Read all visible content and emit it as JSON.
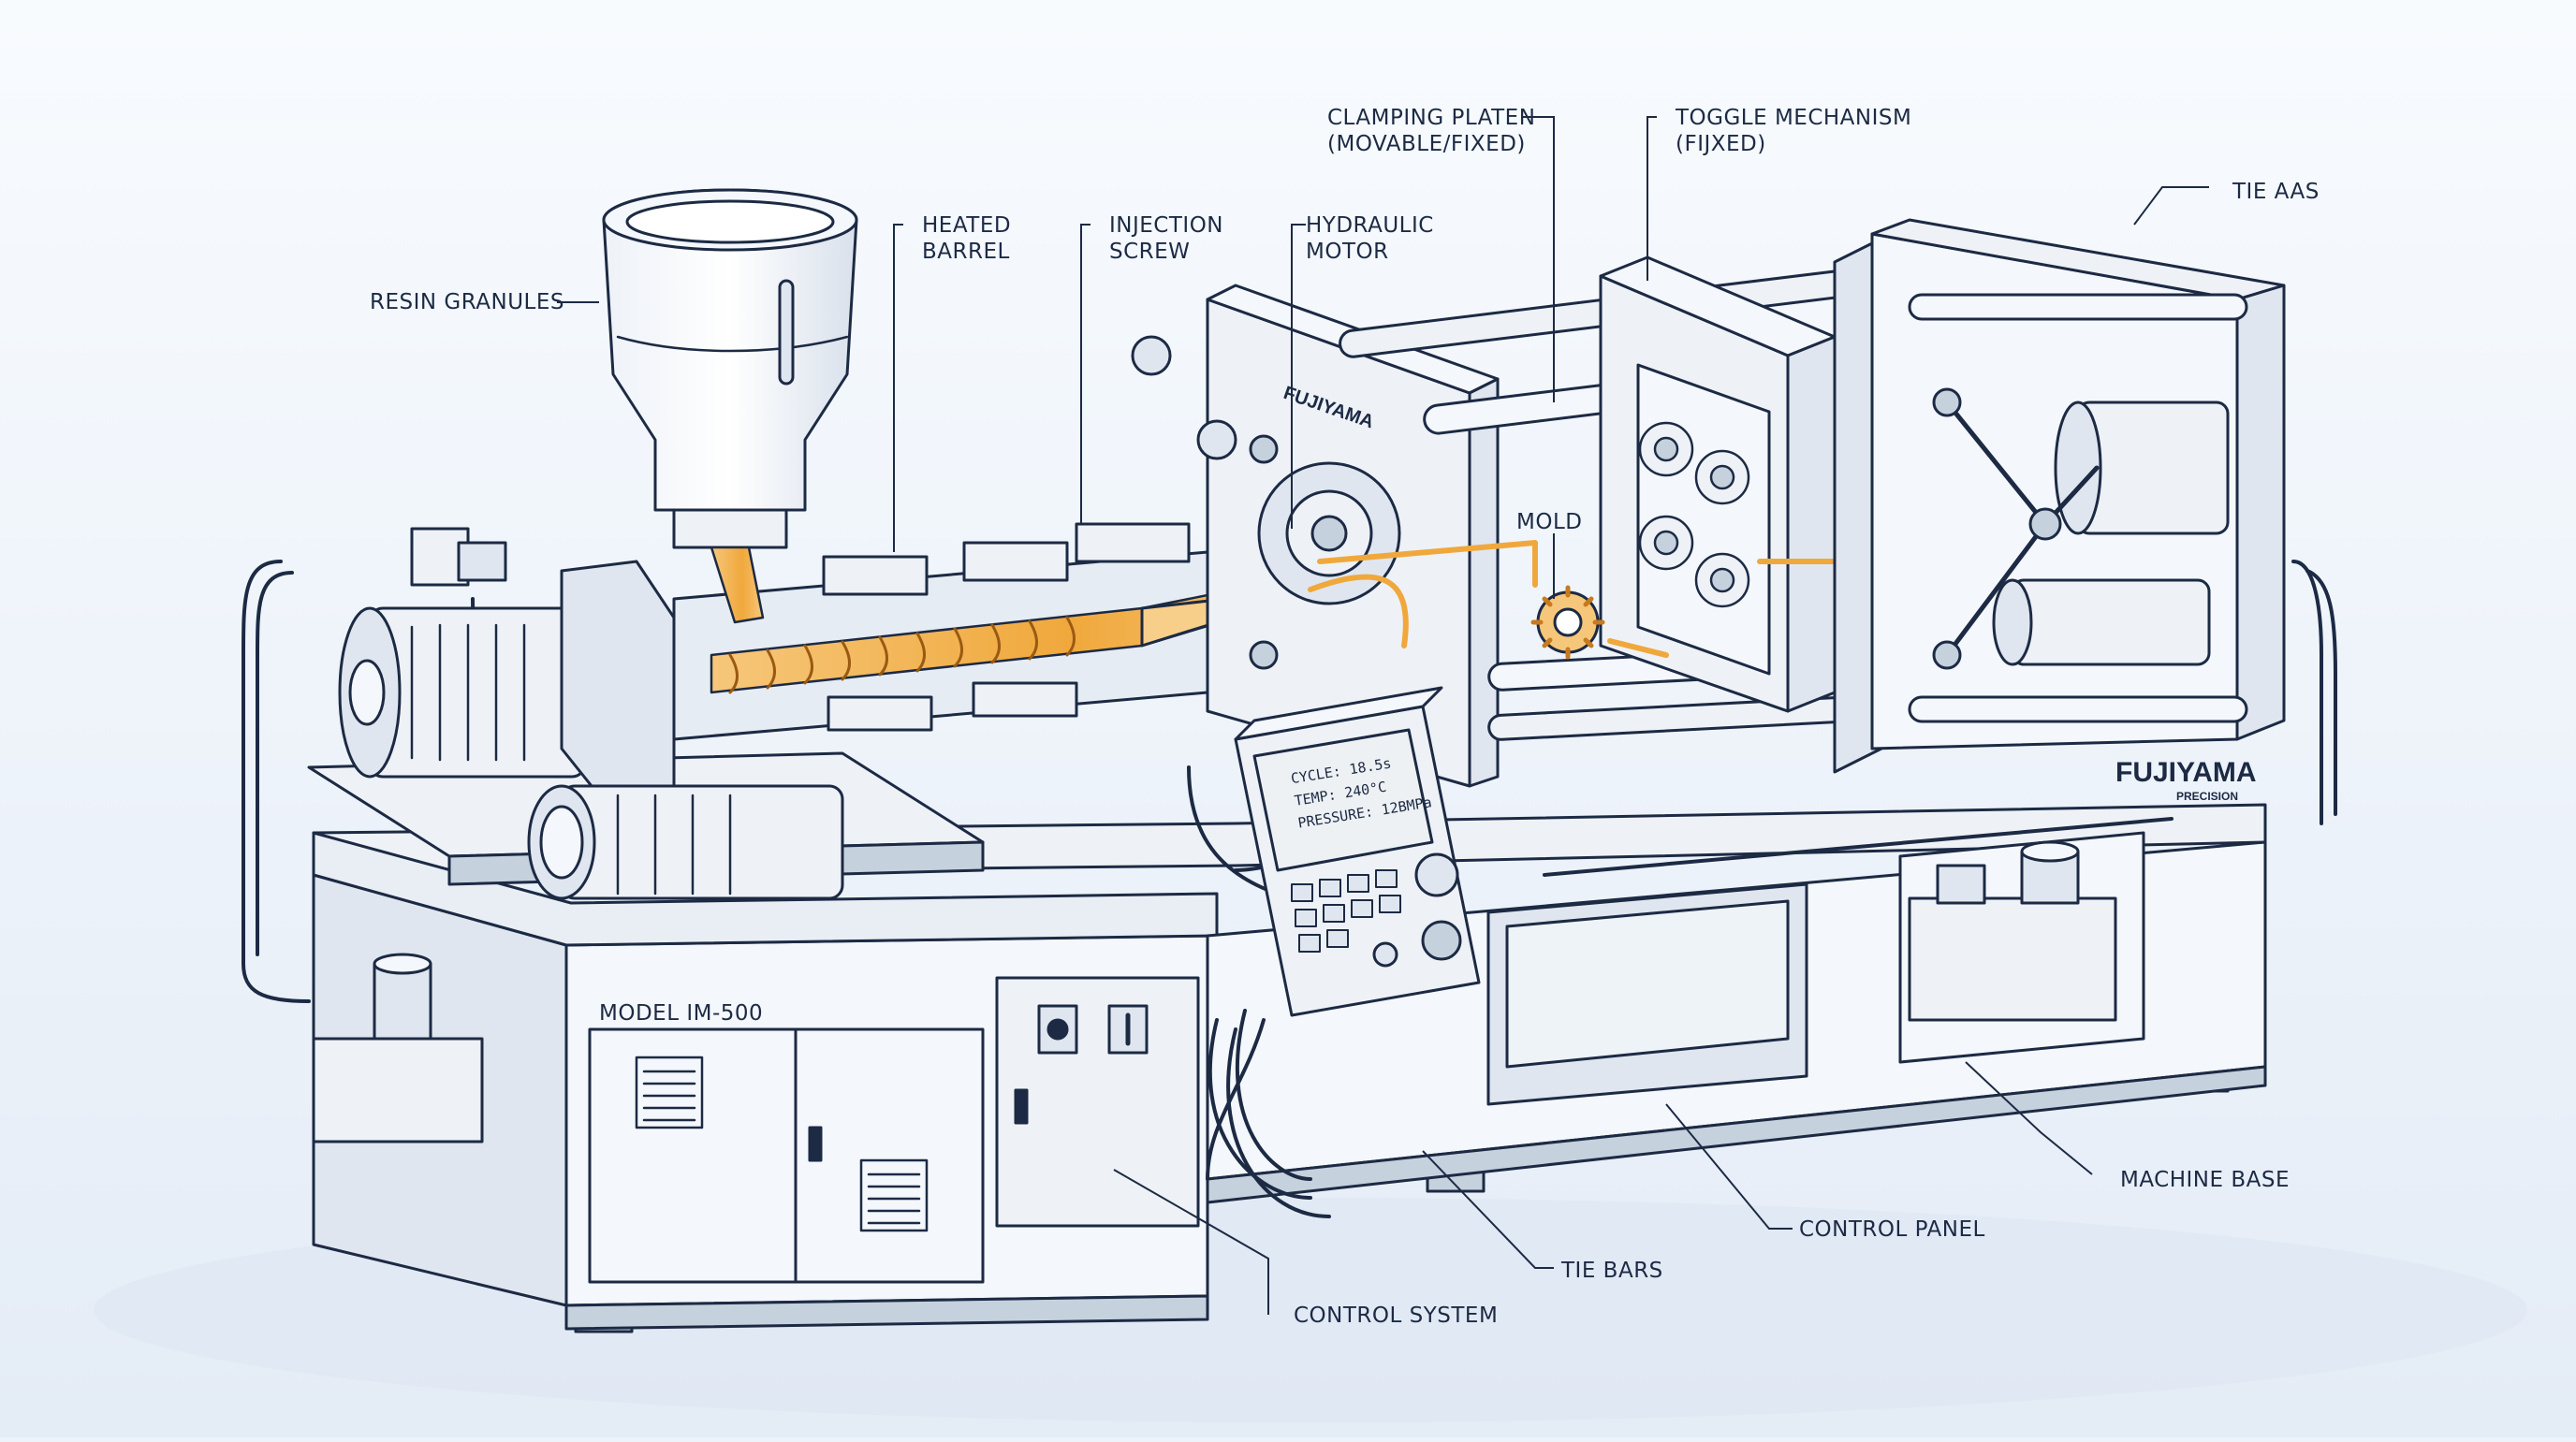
{
  "brand": {
    "door_logo": "FUJIYAMA",
    "corner_logo": "FUJIYAMA",
    "corner_sub": "PRECISION"
  },
  "model_label": "MODEL IM-500",
  "screen": {
    "cycle": "CYCLE: 18.5s",
    "temp": "TEMP: 240°C",
    "pressure": "PRESSURE: 12BMPa"
  },
  "labels": {
    "resin_granules": "RESIN GRANULES",
    "heated_barrel_1": "HEATED",
    "heated_barrel_2": "BARREL",
    "injection_screw_1": "INJECTION",
    "injection_screw_2": "SCREW",
    "hydraulic_motor_1": "HYDRAULIC",
    "hydraulic_motor_2": "MOTOR",
    "clamping_platen_1": "CLAMPING PLATEN",
    "clamping_platen_2": "(MOVABLE/FIXED)",
    "toggle_mechanism_1": "TOGGLE MECHANISM",
    "toggle_mechanism_2": "(FIJXED)",
    "tie_aas": "TIE AAS",
    "mold": "MOLD",
    "machine_base": "MACHINE BASE",
    "control_panel": "CONTROL PANEL",
    "tie_bars": "TIE BARS",
    "control_system": "CONTROL SYSTEM"
  },
  "colors": {
    "line": "#1c2a44",
    "body": "#f4f7fb",
    "shade": "#dfe6ef",
    "dark_shade": "#c6d1de",
    "melt": "#f0a83c",
    "melt_light": "#f8cf8a",
    "screen_bg": "#eef1f4"
  }
}
